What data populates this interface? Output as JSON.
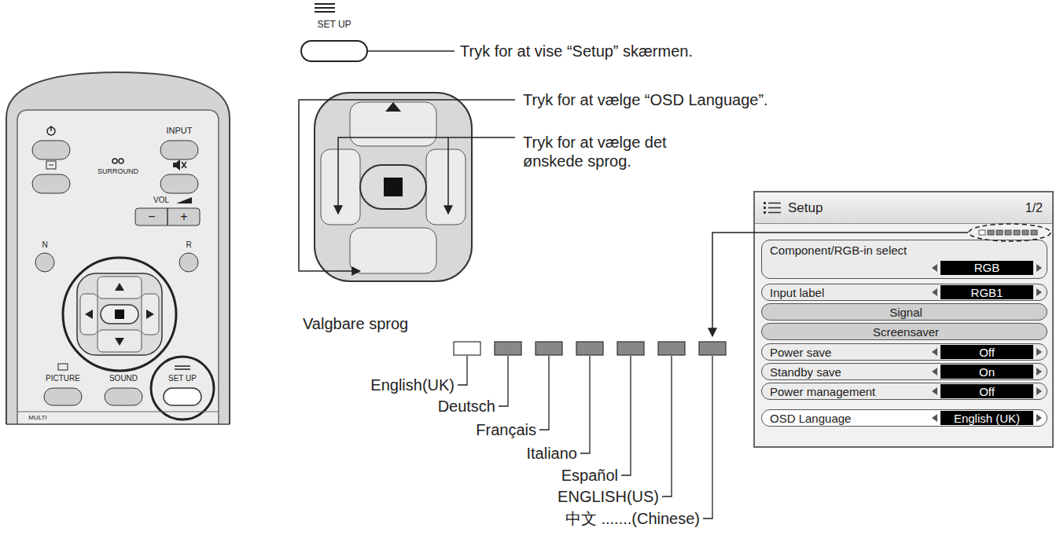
{
  "diagram": {
    "nodes": [
      {
        "text": [
          "Setup",
          "1/2"
        ]
      },
      {
        "text": [
          "Component/RGB-in select",
          "RGB"
        ],
        "in": 0
      },
      {
        "text": [
          "Input label",
          "RGB1"
        ],
        "in": 0
      },
      {
        "text": [
          "Signal"
        ],
        "in": 0
      },
      {
        "text": [
          "Screensaver"
        ],
        "in": 0
      },
      {
        "text": [
          "Power save",
          "Off"
        ],
        "in": 0
      },
      {
        "text": [
          "Standby save",
          "On"
        ],
        "in": 0
      },
      {
        "text": [
          "Power management",
          "Off"
        ],
        "in": 0
      },
      {
        "text": [
          "OSD Language",
          "English (UK)"
        ],
        "in": 0
      }
    ],
    "labels": [
      "SET UP",
      "Tryk for at vise “Setup” skærmen.",
      "Tryk for at vælge “OSD Language”.",
      "Tryk for at vælge det ønskede sprog.",
      "Valgbare sprog",
      "English(UK)",
      "Deutsch",
      "Français",
      "Italiano",
      "Español",
      "ENGLISH(US)",
      "中文 .......(Chinese)",
      "INPUT",
      "SURROUND",
      "VOL",
      "−",
      "+",
      "N",
      "R",
      "PICTURE",
      "SOUND",
      "SET UP",
      "MULTI"
    ]
  }
}
